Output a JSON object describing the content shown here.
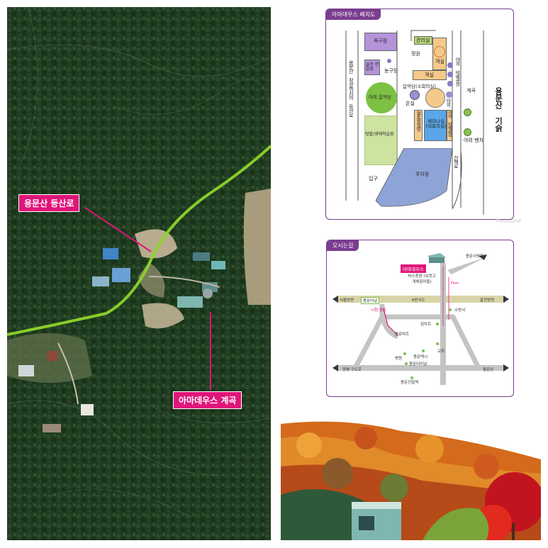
{
  "aerial": {
    "label_trail": "용문산 등산로",
    "label_valley": "아마데우스 계곡"
  },
  "site_plan": {
    "title": "아마데우스 배치도",
    "left_path": "용문산 정상까지의 등산로",
    "right_stream": "용문산 기슭",
    "valley": "계곡",
    "walk_path": "산책로",
    "entrance": "입구",
    "facilities": {
      "foot_volleyball": "족구장",
      "golf": "골프 연습장",
      "basketball": "농구장",
      "outdoor_music": "야외 음악당",
      "eco_learning": "텃밭/생태학습장",
      "office": "관리실",
      "garden": "정원",
      "guest_room_1": "객실",
      "guest_room_2": "객실",
      "outdoor_bbq_1": "야외 바베큐장",
      "music_hall": "음악당(소회의실)",
      "greenhouse": "온실",
      "outdoor_cooking": "야외 취사장",
      "jjimjilbang": "황토찜질방",
      "seminar": "세미나실 (대회의실)",
      "outdoor_bbq_2": "야외 바베큐장",
      "outdoor_bench": "야외 벤치",
      "parking": "주차장"
    }
  },
  "route_map": {
    "title": "오시는길",
    "destination": "아마데우스",
    "to_top": "용문사방향",
    "bus_stop": "버스종점 (보정고개체험마을)",
    "distance": "7km",
    "seoul_dir": "서울방면",
    "yongmun_tunnel": "용문터널",
    "hwy": "6번국도",
    "hongcheon_dir": "홍천방면",
    "town_entry": "시청·용문",
    "fire_station": "소방서",
    "mart": "킴마트",
    "yongmun_mart": "용문마트",
    "church": "교회",
    "hospital": "병원",
    "yongmun_taxi": "용문택시",
    "yongmun_terminal": "용문터미널",
    "yangpyeong_old_road": "양평 구도로",
    "yongmun_mt": "용문산",
    "yongmun_station": "용문전철역"
  },
  "watermark": "PhotoGrid"
}
